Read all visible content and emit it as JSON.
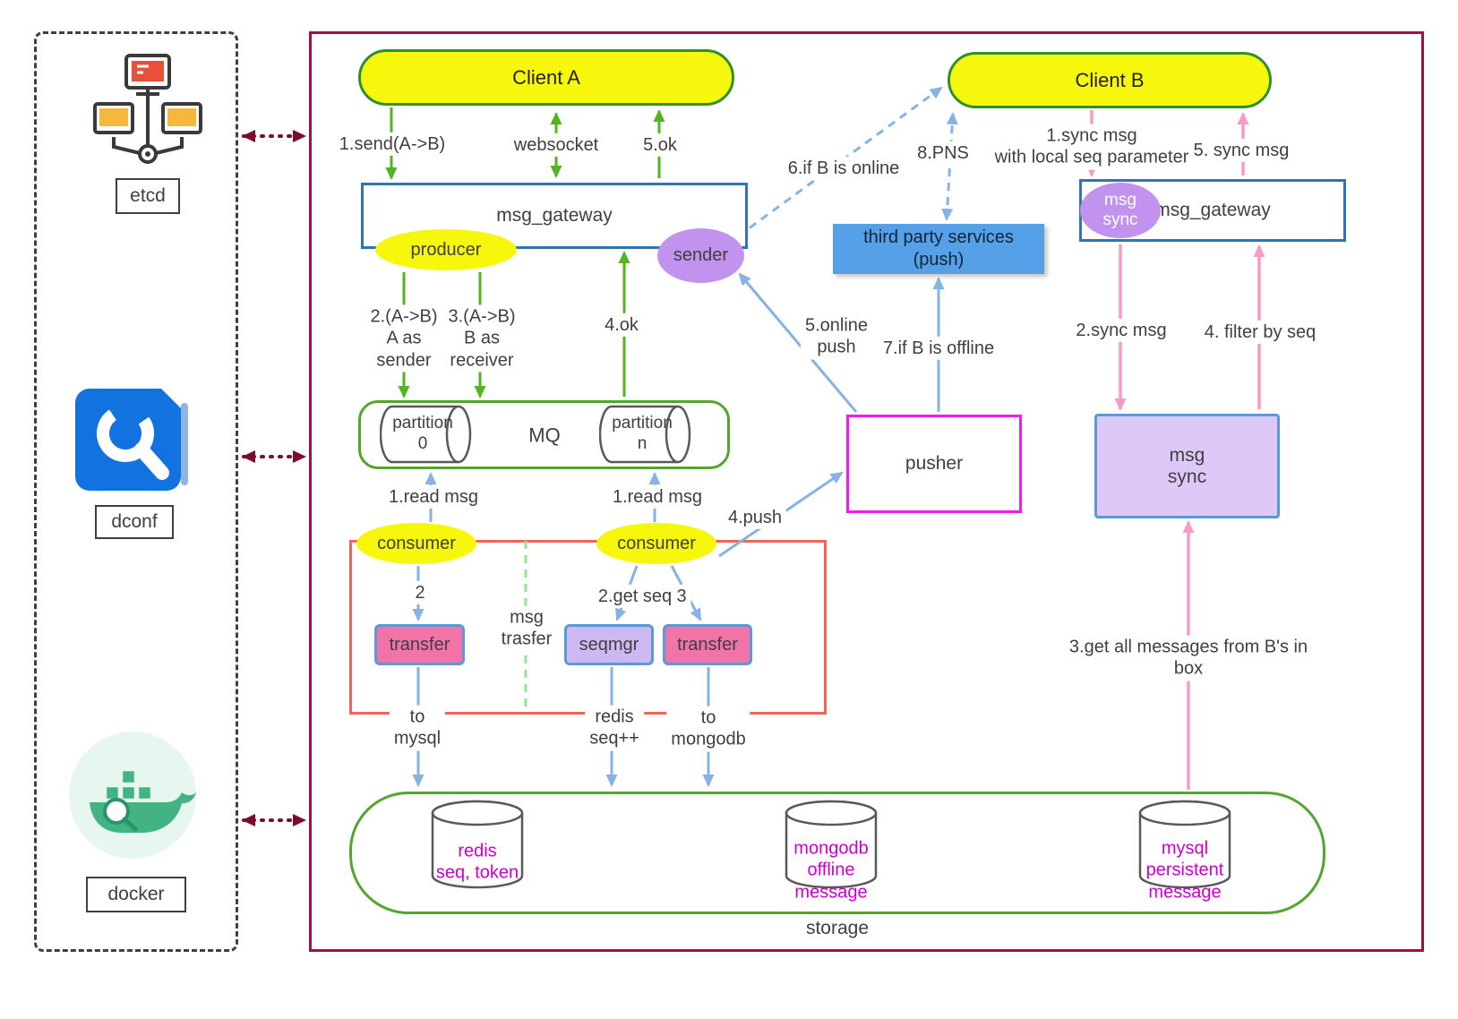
{
  "colors": {
    "main_border": "#9e1148",
    "client_fill": "#f7f70e",
    "client_border": "#2f8f2f",
    "green_arrow": "#52b41e",
    "blue_arrow": "#85b3e3",
    "pink_arrow": "#f79ac7",
    "purple_node": "#c193ee",
    "gateway_border": "#2e75b6",
    "pusher_border": "#ee1cee",
    "red_group_border": "#f2635a",
    "magenta_db_text": "#cc00cc",
    "maroon_arrow": "#7a0c2e",
    "third_party_fill": "#55a0e6"
  },
  "icons": {
    "etcd": "cluster-monitors-icon",
    "dconf": "wrench-app-icon",
    "docker": "whale-icon"
  },
  "left_panel": {
    "etcd_label": "etcd",
    "dconf_label": "dconf",
    "docker_label": "docker"
  },
  "nodes": {
    "client_a": "Client A",
    "client_b": "Client B",
    "gateway_left": "msg_gateway",
    "gateway_right": "msg_gateway",
    "producer": "producer",
    "sender": "sender",
    "msg_sync_badge": "msg\nsync",
    "mq": "MQ",
    "partition_0": "partition\n0",
    "partition_n": "partition\nn",
    "consumer_left": "consumer",
    "consumer_right": "consumer",
    "transfer_left": "transfer",
    "seqmgr": "seqmgr",
    "transfer_right": "transfer",
    "pusher": "pusher",
    "third_party": "third party services\n(push)",
    "msg_sync_box": "msg\nsync",
    "storage": "storage",
    "db_redis": "redis\nseq, token",
    "db_mongodb": "mongodb\noffline\nmessage",
    "db_mysql": "mysql\npersistent\nmessage"
  },
  "labels": {
    "send": "1.send(A->B)",
    "websocket": "websocket",
    "ok5": "5.ok",
    "a_as_sender": "2.(A->B)\nA as\nsender",
    "b_as_receiver": "3.(A->B)\nB as\nreceiver",
    "ok4": "4.ok",
    "read_msg_left": "1.read msg",
    "read_msg_right": "1.read msg",
    "step2": "2",
    "get_seq": "2.get seq",
    "step3": "3",
    "msg_trasfer": "msg\ntrasfer",
    "to_mysql": "to\nmysql",
    "redis_seq": "redis\nseq++",
    "to_mongodb": "to\nmongodb",
    "push4": "4.push",
    "online_push": "5.online\npush",
    "if_offline": "7.if B is offline",
    "if_online": "6.if B is online",
    "pns": "8.PNS",
    "sync1": "1.sync msg\nwith local seq parameter",
    "sync5": "5. sync msg",
    "sync2": "2.sync msg",
    "filter4": "4. filter by seq",
    "get_all": "3.get all messages from B's in box"
  }
}
